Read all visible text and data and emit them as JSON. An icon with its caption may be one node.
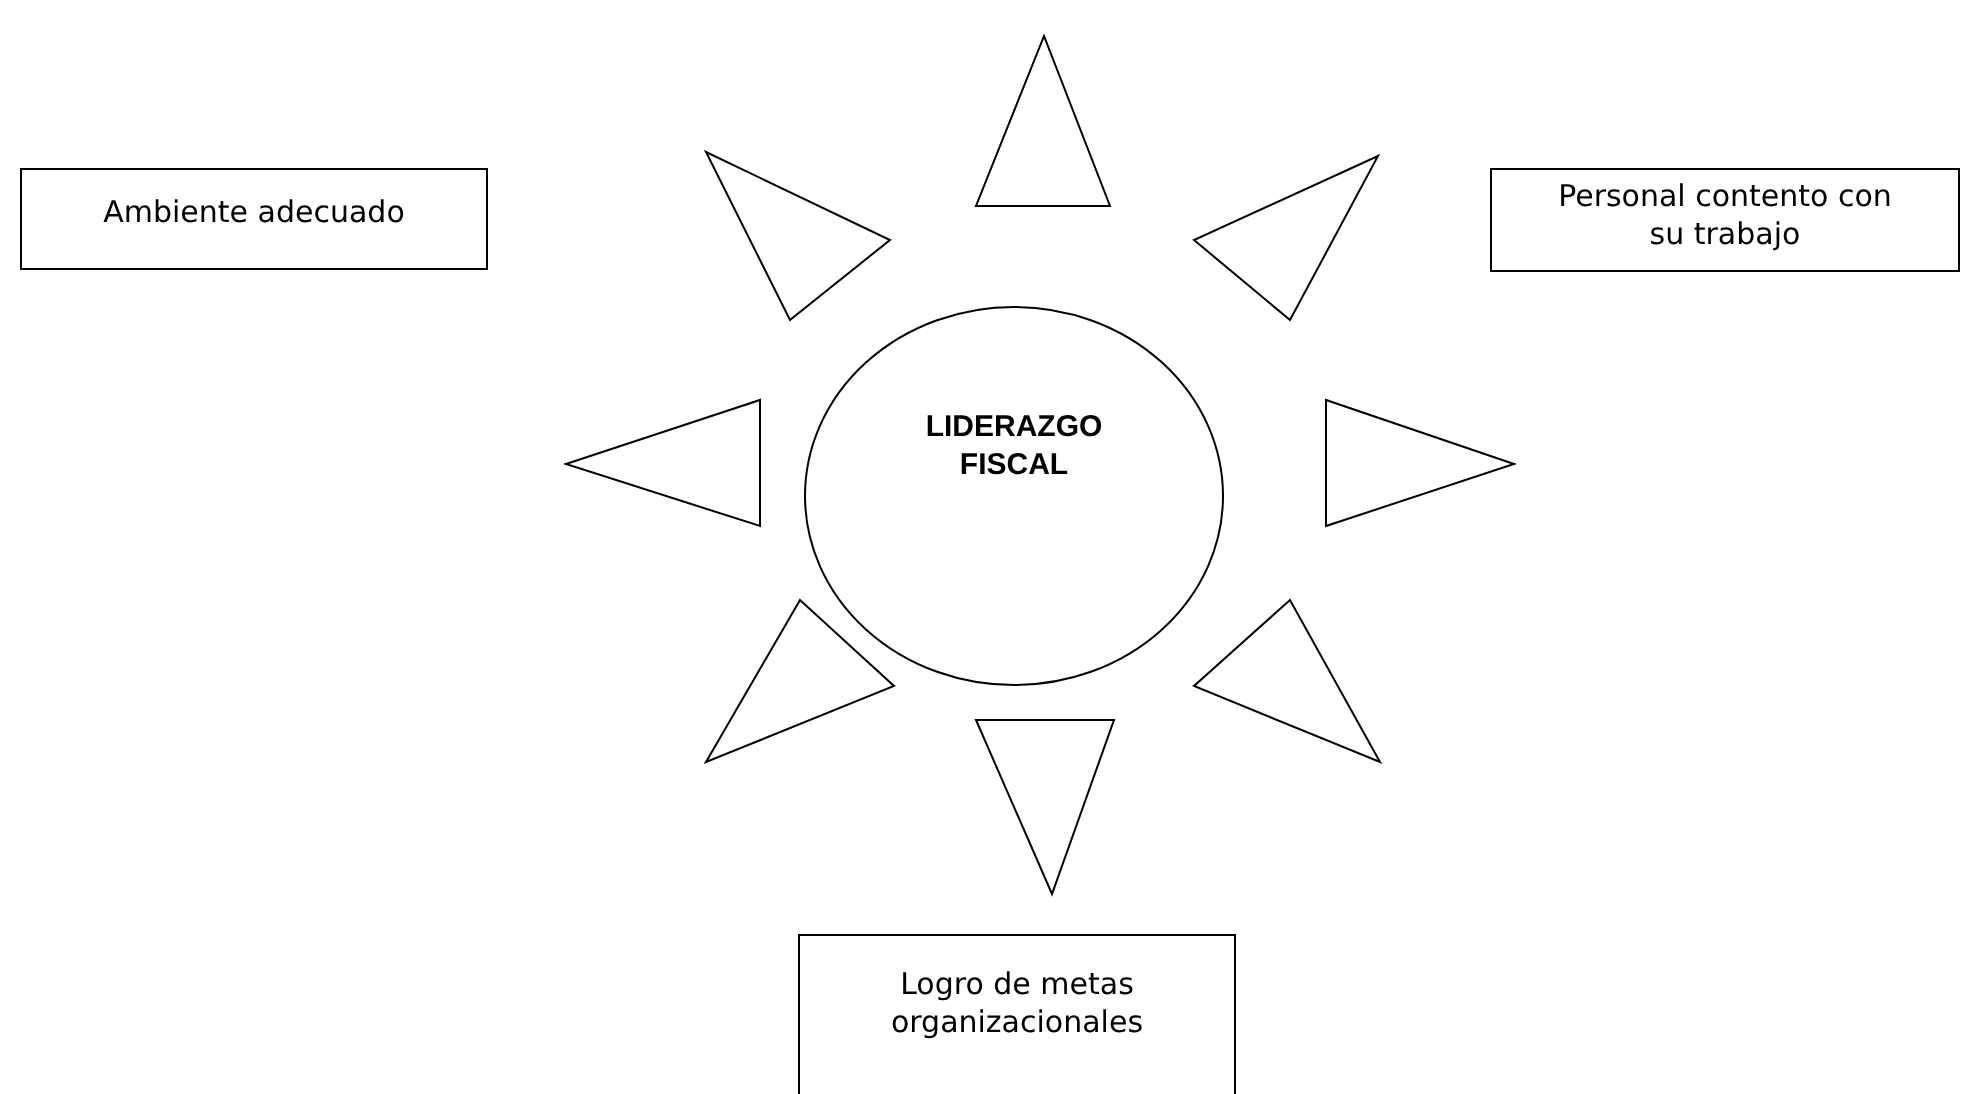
{
  "diagram": {
    "nodes": [
      {
        "text": [],
        "shape": "triangle"
      },
      {
        "text": [],
        "shape": "triangle"
      },
      {
        "text": [],
        "shape": "triangle"
      },
      {
        "text": [
          "Ambiente adecuado"
        ]
      },
      {
        "text": [
          "Personal contento con su trabajo"
        ]
      },
      {
        "text": [],
        "shape": "triangle"
      },
      {
        "text": [
          "LIDERAZGO FISCAL"
        ]
      },
      {
        "text": [],
        "shape": "triangle"
      },
      {
        "text": [],
        "shape": "triangle"
      },
      {
        "text": [],
        "shape": "triangle"
      },
      {
        "text": [],
        "shape": "triangle"
      },
      {
        "text": [
          "Logro de metas organizacionales"
        ]
      }
    ]
  }
}
